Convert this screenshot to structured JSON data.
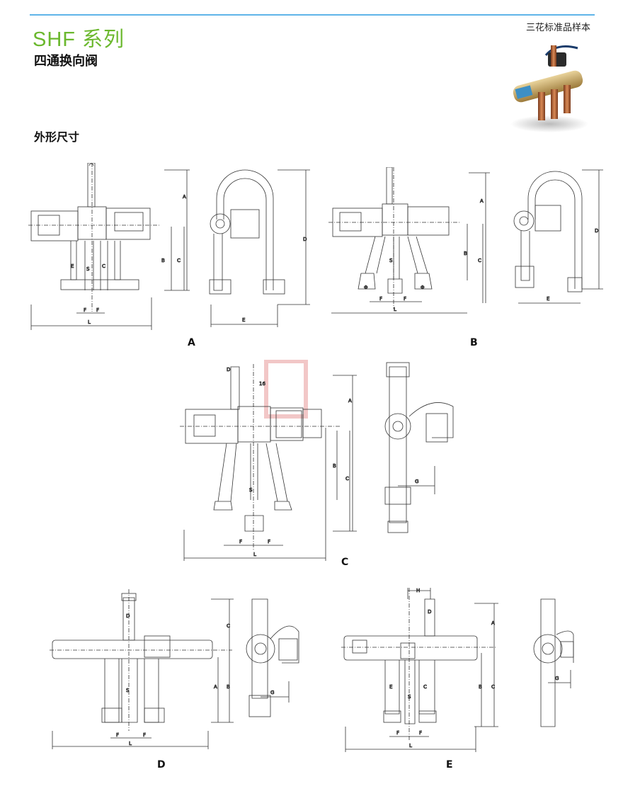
{
  "header": {
    "series_title": "SHF 系列",
    "product_name": "四通换向阀",
    "catalog_label": "三花标准品样本"
  },
  "section_title": "外形尺寸",
  "figures": [
    {
      "id": "A",
      "label": "A"
    },
    {
      "id": "B",
      "label": "B"
    },
    {
      "id": "C",
      "label": "C"
    },
    {
      "id": "D",
      "label": "D"
    },
    {
      "id": "E",
      "label": "E"
    }
  ],
  "colors": {
    "accent_green": "#6bb82e",
    "rule_blue": "#5fb4e8"
  }
}
